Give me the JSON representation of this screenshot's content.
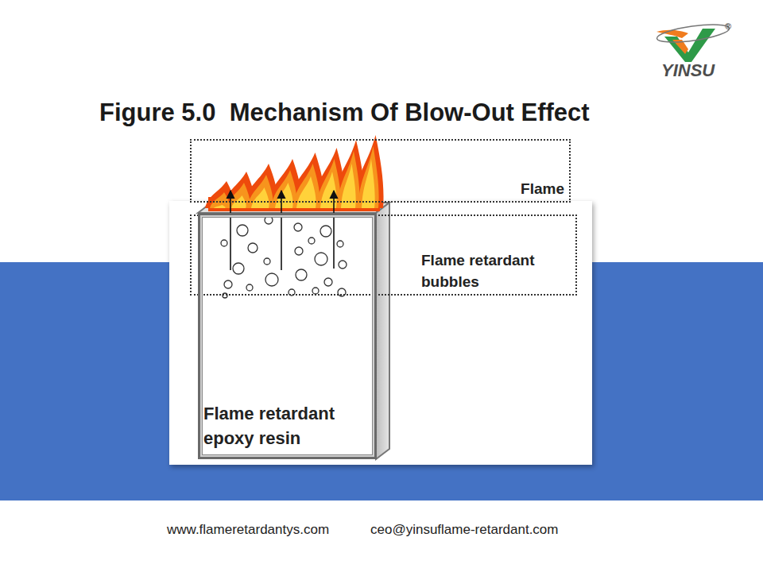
{
  "diagram": {
    "title": "Figure 5.0  Mechanism Of Blow-Out Effect",
    "nodes": [
      {
        "text": [
          "Flame"
        ]
      },
      {
        "text": [
          "Flame retardant bubbles"
        ]
      },
      {
        "text": [
          "Flame retardant epoxy resin"
        ]
      }
    ],
    "labels": [
      "YINSU",
      "®",
      "www.flameretardantys.com",
      "ceo@yinsuflame-retardant.com"
    ]
  }
}
